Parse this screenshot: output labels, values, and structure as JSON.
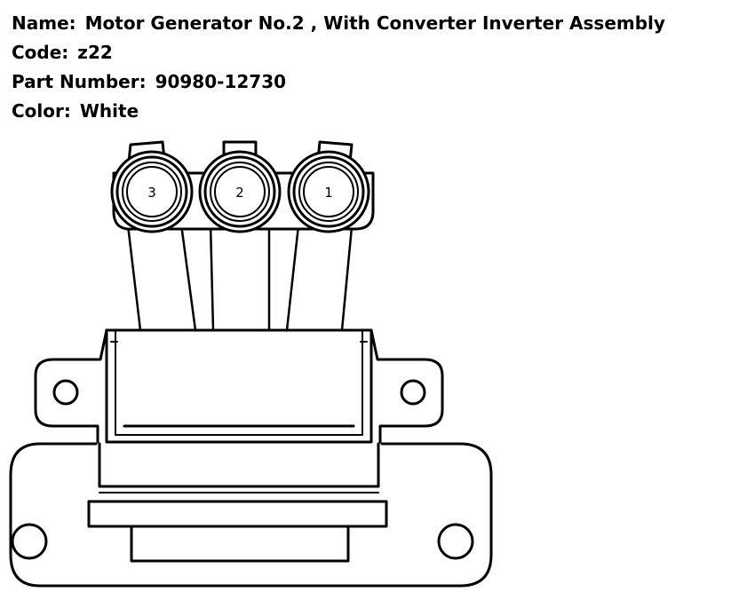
{
  "info": {
    "name_label": "Name:",
    "name_value": "Motor Generator No.2 , With Converter Inverter Assembly",
    "code_label": "Code:",
    "code_value": "z22",
    "part_label": "Part Number:",
    "part_value": "90980-12730",
    "color_label": "Color:",
    "color_value": "White"
  },
  "connector": {
    "pins": [
      "3",
      "2",
      "1"
    ],
    "stroke_color": "#000000",
    "fill_color": "#ffffff"
  }
}
